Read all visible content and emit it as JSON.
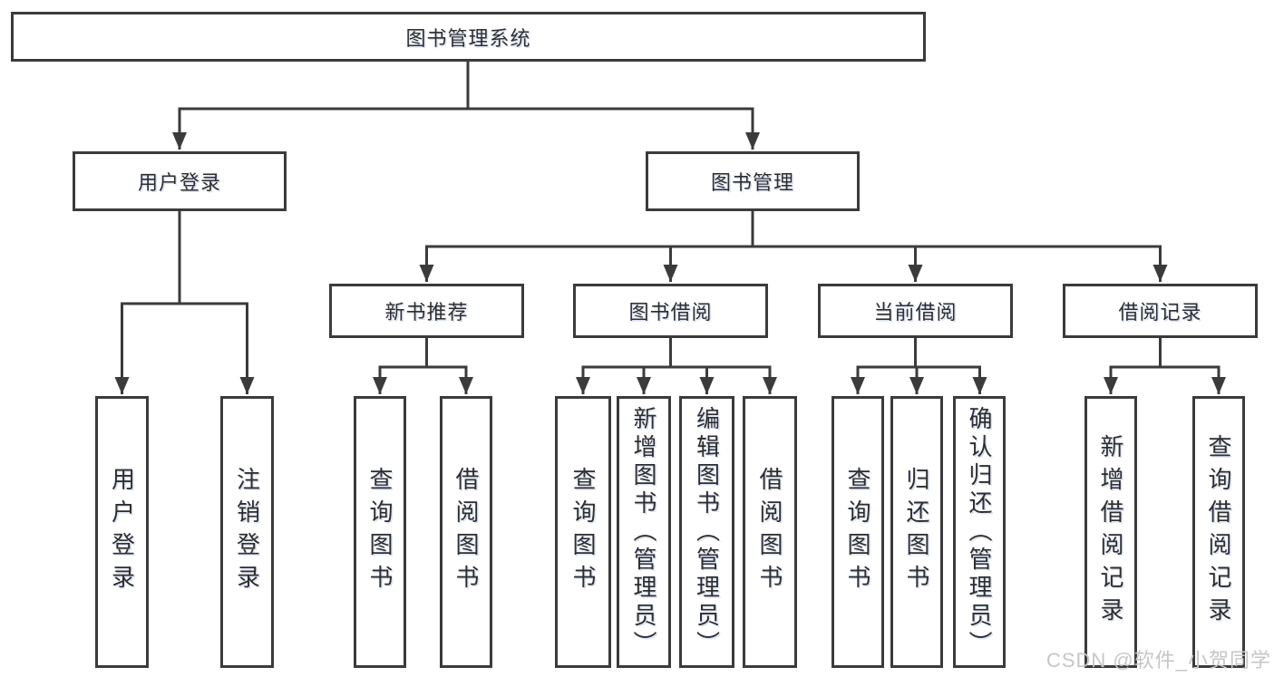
{
  "tree": {
    "root": {
      "label": "图书管理系统"
    },
    "branches": [
      {
        "label": "用户登录",
        "children": [
          {
            "label": "用户登录"
          },
          {
            "label": "注销登录"
          }
        ]
      },
      {
        "label": "图书管理",
        "children": [
          {
            "label": "新书推荐",
            "children": [
              {
                "label": "查询图书"
              },
              {
                "label": "借阅图书"
              }
            ]
          },
          {
            "label": "图书借阅",
            "children": [
              {
                "label": "查询图书"
              },
              {
                "label": "新增图书（管理员）"
              },
              {
                "label": "编辑图书（管理员）"
              },
              {
                "label": "借阅图书"
              }
            ]
          },
          {
            "label": "当前借阅",
            "children": [
              {
                "label": "查询图书"
              },
              {
                "label": "归还图书"
              },
              {
                "label": "确认归还（管理员）"
              }
            ]
          },
          {
            "label": "借阅记录",
            "children": [
              {
                "label": "新增借阅记录"
              },
              {
                "label": "查询借阅记录"
              }
            ]
          }
        ]
      }
    ]
  },
  "watermark": "CSDN @软件_小贺同学",
  "colors": {
    "line": "#3b3b3b",
    "text": "#2e2e2e",
    "watermark": "#c6c6c6",
    "background": "#ffffff"
  }
}
